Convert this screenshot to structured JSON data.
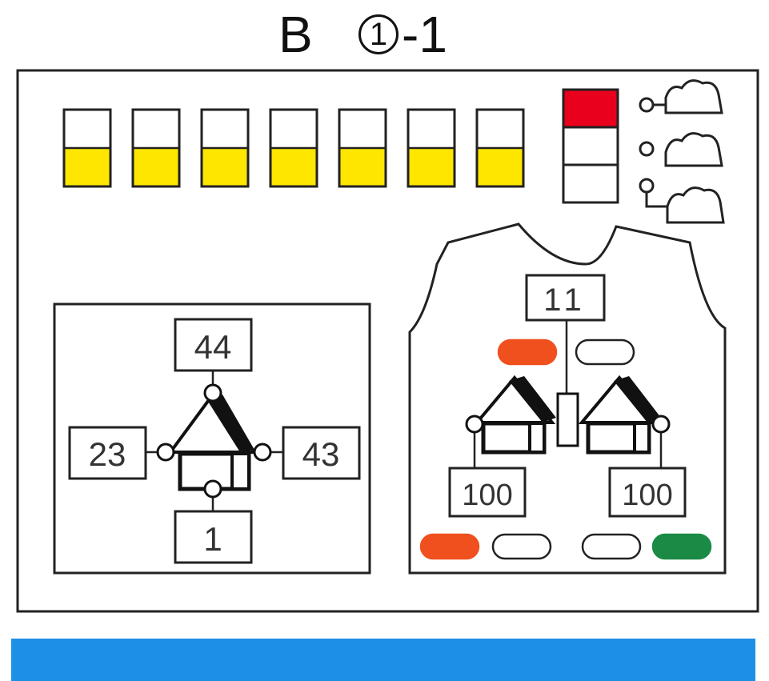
{
  "header": {
    "letter": "B",
    "circled": "1",
    "suffix": "-1"
  },
  "colors": {
    "level_fill": "#ffe600",
    "red": "#e8001c",
    "orange": "#f0501e",
    "green": "#1a8a44",
    "bar": "#1e8fe6"
  },
  "level_indicators": {
    "count": 7,
    "fill_fraction": 0.5
  },
  "status_stack": {
    "segments": [
      "red",
      "white",
      "white"
    ]
  },
  "left_panel": {
    "top_value": "44",
    "left_value": "23",
    "right_value": "43",
    "bottom_value": "1"
  },
  "right_panel": {
    "top_value": "11",
    "left_value": "100",
    "right_value": "100",
    "top_pills": [
      "orange",
      "white"
    ],
    "bottom_pills": [
      "orange",
      "white",
      "white",
      "green"
    ]
  }
}
